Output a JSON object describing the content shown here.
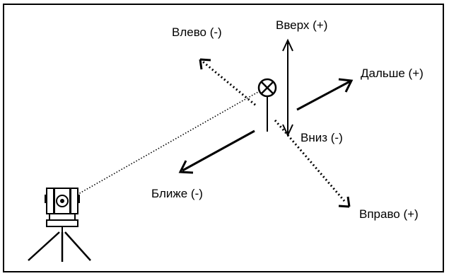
{
  "labels": {
    "left": "Влево (-)",
    "up": "Вверх (+)",
    "farther": "Дальше (+)",
    "down": "Вниз (-)",
    "closer": "Ближе (-)",
    "right": "Вправо (+)"
  },
  "colors": {
    "ink": "#000000",
    "background": "#ffffff"
  },
  "icons": {
    "instrument": "total-station-icon",
    "target": "prism-target-icon"
  }
}
